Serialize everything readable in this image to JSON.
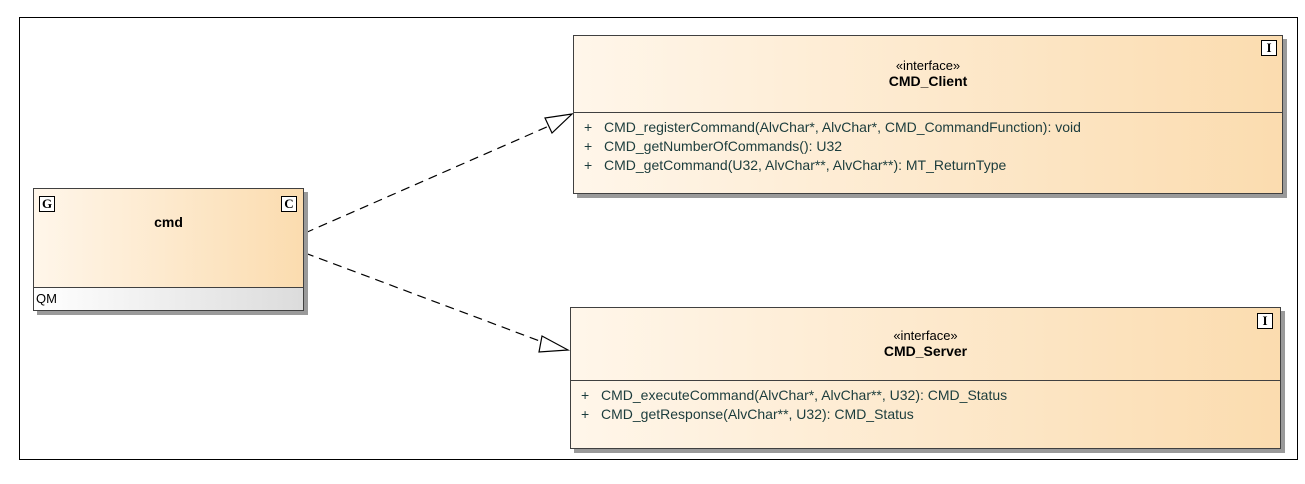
{
  "diagram": {
    "component": {
      "name": "cmd",
      "badge_left": "G",
      "badge_right": "C",
      "footer": "QM"
    },
    "interfaces": [
      {
        "stereotype": "«interface»",
        "name": "CMD_Client",
        "badge": "I",
        "operations": [
          {
            "visibility": "+",
            "signature": "CMD_registerCommand(AlvChar*, AlvChar*, CMD_CommandFunction): void"
          },
          {
            "visibility": "+",
            "signature": "CMD_getNumberOfCommands(): U32"
          },
          {
            "visibility": "+",
            "signature": "CMD_getCommand(U32, AlvChar**, AlvChar**): MT_ReturnType"
          }
        ]
      },
      {
        "stereotype": "«interface»",
        "name": "CMD_Server",
        "badge": "I",
        "operations": [
          {
            "visibility": "+",
            "signature": "CMD_executeCommand(AlvChar*, AlvChar**, U32): CMD_Status"
          },
          {
            "visibility": "+",
            "signature": "CMD_getResponse(AlvChar**, U32): CMD_Status"
          }
        ]
      }
    ],
    "colors": {
      "fill_light": "#fff6ea",
      "fill_dark": "#fbdcaf",
      "operation_text": "#1b3c3c"
    }
  }
}
